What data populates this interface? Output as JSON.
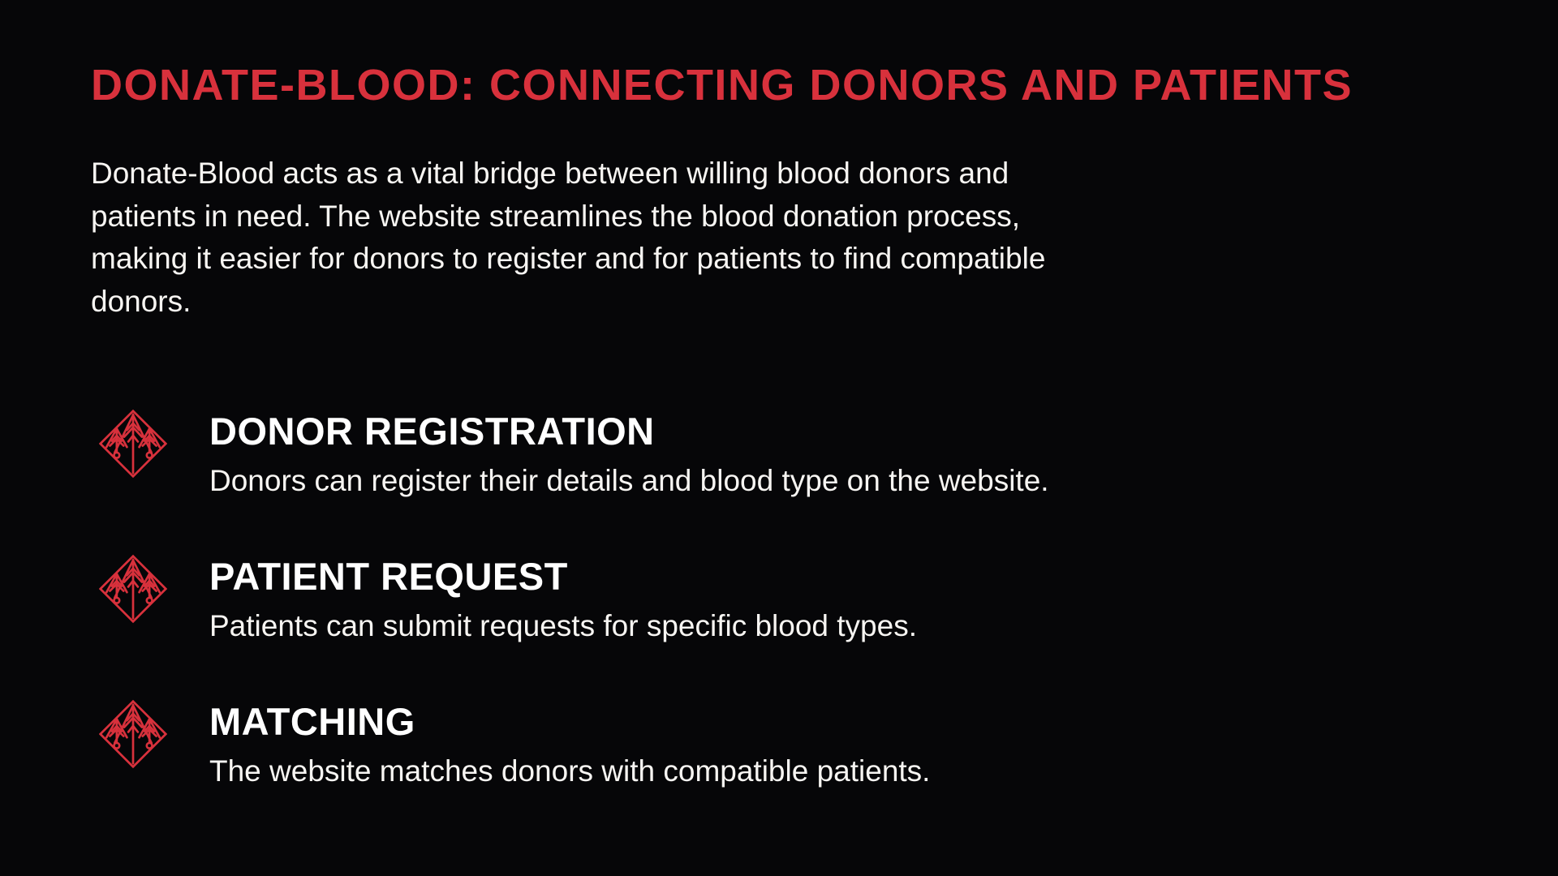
{
  "theme": {
    "bg": "#060608",
    "accent": "#d8313c",
    "text": "#f7f5f2",
    "heading": "#ffffff"
  },
  "header": {
    "title": "DONATE-BLOOD: CONNECTING DONORS AND PATIENTS"
  },
  "intro": {
    "text": "Donate-Blood acts as a vital bridge between willing blood donors and\npatients in need. The website streamlines the blood donation process,\nmaking it easier for donors to register and for patients to find compatible\ndonors."
  },
  "features": [
    {
      "icon": "diamond-pine-trees-icon",
      "title": "DONOR REGISTRATION",
      "description": "Donors can register their details and blood type on the website."
    },
    {
      "icon": "diamond-pine-trees-icon",
      "title": "PATIENT REQUEST",
      "description": "Patients can submit requests for specific blood types."
    },
    {
      "icon": "diamond-pine-trees-icon",
      "title": "MATCHING",
      "description": "The website matches donors with compatible patients."
    }
  ]
}
